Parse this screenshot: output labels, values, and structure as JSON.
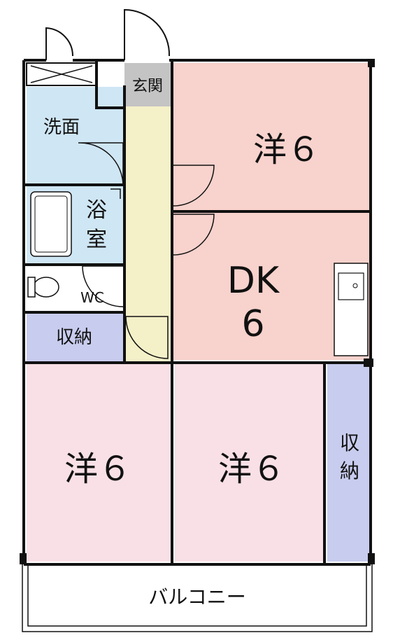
{
  "rooms": {
    "entrance": "玄関",
    "washroom": "洗面",
    "bath_line1": "浴",
    "bath_line2": "室",
    "wc": "WC",
    "storage_left": "収納",
    "storage_right_line1": "収",
    "storage_right_line2": "納",
    "western_top": "洋６",
    "dk_line1": "DK",
    "dk_line2": "6",
    "western_bottom_left": "洋６",
    "western_bottom_right": "洋６",
    "balcony": "バルコニー"
  },
  "colors": {
    "western_top": "#f8d2cc",
    "dk": "#f8d2cc",
    "western_bottom": "#f8e0e6",
    "wet_area": "#cfe6f4",
    "storage": "#c8ccee",
    "hallway": "#f4f0c8",
    "entrance": "#c4c4c4",
    "wall": "#111111"
  }
}
